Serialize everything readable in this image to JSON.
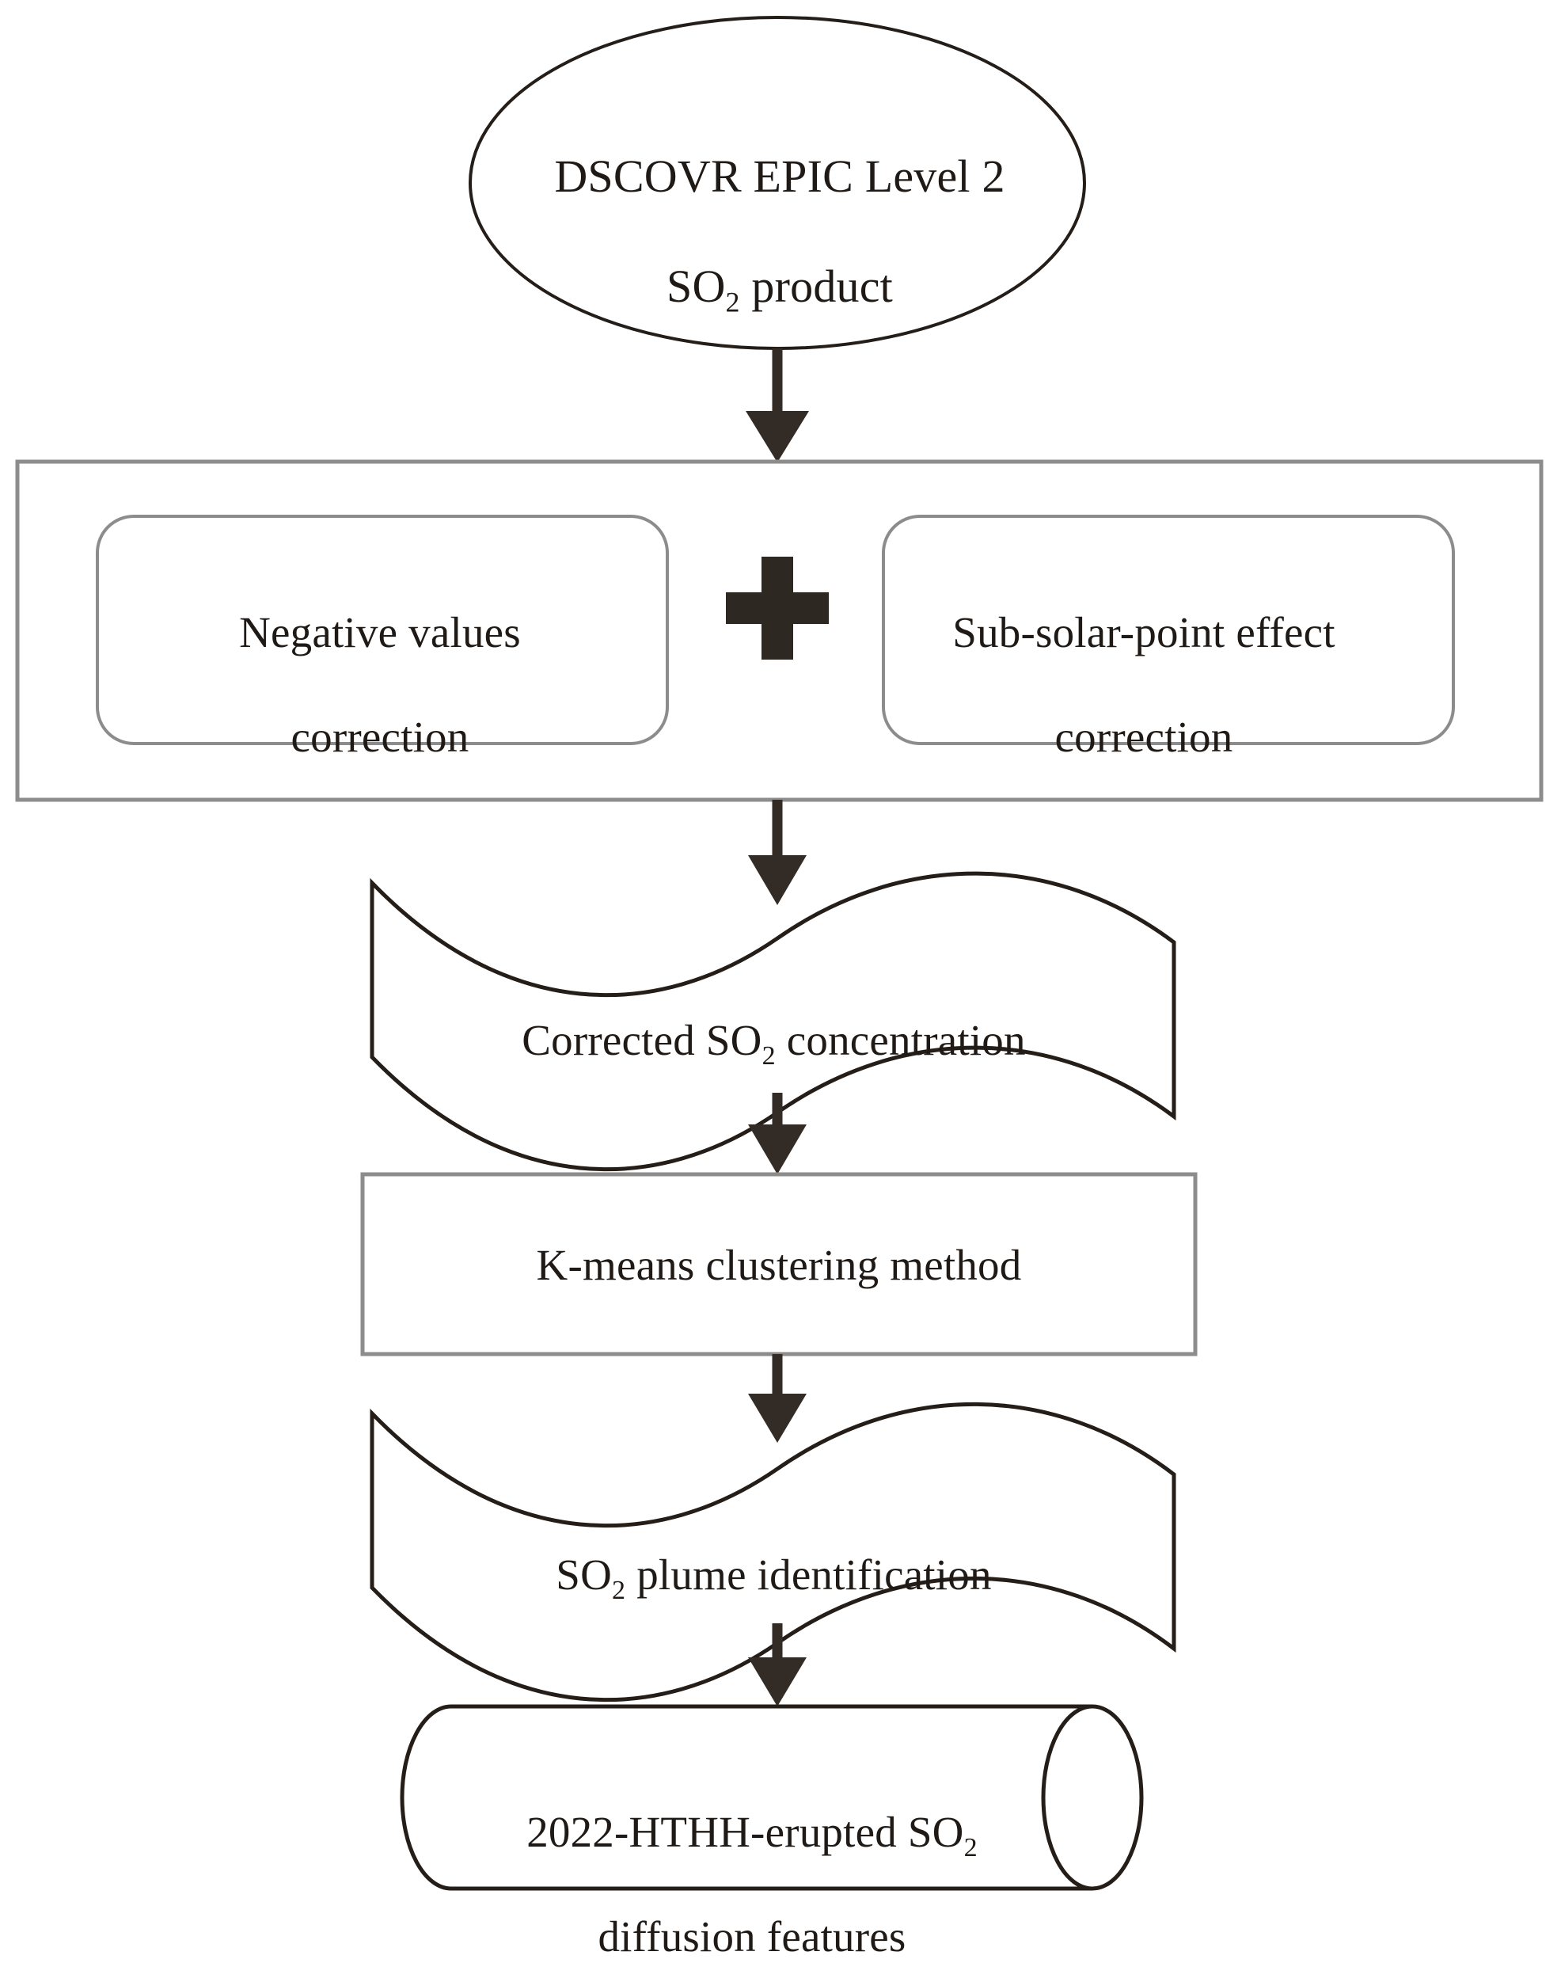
{
  "diagram": {
    "title": "SO2 plume processing flowchart",
    "colors": {
      "stroke_dark": "#241d18",
      "stroke_gray": "#8a8a8a",
      "arrow": "#332b26",
      "text": "#201a16",
      "background": "#ffffff"
    },
    "nodes": [
      {
        "id": "source",
        "shape": "ellipse",
        "icon": "ellipse-terminator-icon",
        "line1": "DSCOVR EPIC Level 2",
        "line2_prefix": "SO",
        "line2_sub": "2",
        "line2_suffix": " product",
        "text": "DSCOVR EPIC Level 2 SO2 product"
      },
      {
        "id": "correction-group",
        "shape": "rectangle-container",
        "icon": "group-container-icon",
        "text": ""
      },
      {
        "id": "negative-correction",
        "shape": "rounded-rectangle",
        "icon": "rounded-process-icon",
        "line1": "Negative values",
        "line2": "correction",
        "text": "Negative values correction"
      },
      {
        "id": "plus-operator",
        "shape": "plus",
        "icon": "plus-icon",
        "text": "+"
      },
      {
        "id": "subsolar-correction",
        "shape": "rounded-rectangle",
        "icon": "rounded-process-icon",
        "line1": "Sub-solar-point effect",
        "line2": "correction",
        "text": "Sub-solar-point effect correction"
      },
      {
        "id": "corrected-concentration",
        "shape": "wave-document",
        "icon": "document-icon",
        "prefix": "Corrected SO",
        "sub": "2",
        "suffix": " concentration",
        "text": "Corrected SO2 concentration"
      },
      {
        "id": "kmeans",
        "shape": "rectangle",
        "icon": "process-box-icon",
        "text": "K-means clustering method"
      },
      {
        "id": "plume-identification",
        "shape": "wave-document",
        "icon": "document-icon",
        "prefix": "SO",
        "sub": "2",
        "suffix": " plume identification",
        "text": "SO2 plume identification"
      },
      {
        "id": "output",
        "shape": "cylinder",
        "icon": "cylinder-database-icon",
        "line1_prefix": "2022-HTHH-erupted SO",
        "line1_sub": "2",
        "line2": "diffusion features",
        "text": "2022-HTHH-erupted SO2 diffusion features"
      }
    ],
    "edges": [
      {
        "id": "edge-source-to-corrections",
        "from": "source",
        "to": "correction-group",
        "arrow": "down"
      },
      {
        "id": "edge-corrections-to-corrected",
        "from": "correction-group",
        "to": "corrected-concentration",
        "arrow": "down"
      },
      {
        "id": "edge-corrected-to-kmeans",
        "from": "corrected-concentration",
        "to": "kmeans",
        "arrow": "down"
      },
      {
        "id": "edge-kmeans-to-plume",
        "from": "kmeans",
        "to": "plume-identification",
        "arrow": "down"
      },
      {
        "id": "edge-plume-to-output",
        "from": "plume-identification",
        "to": "output",
        "arrow": "down"
      }
    ]
  }
}
